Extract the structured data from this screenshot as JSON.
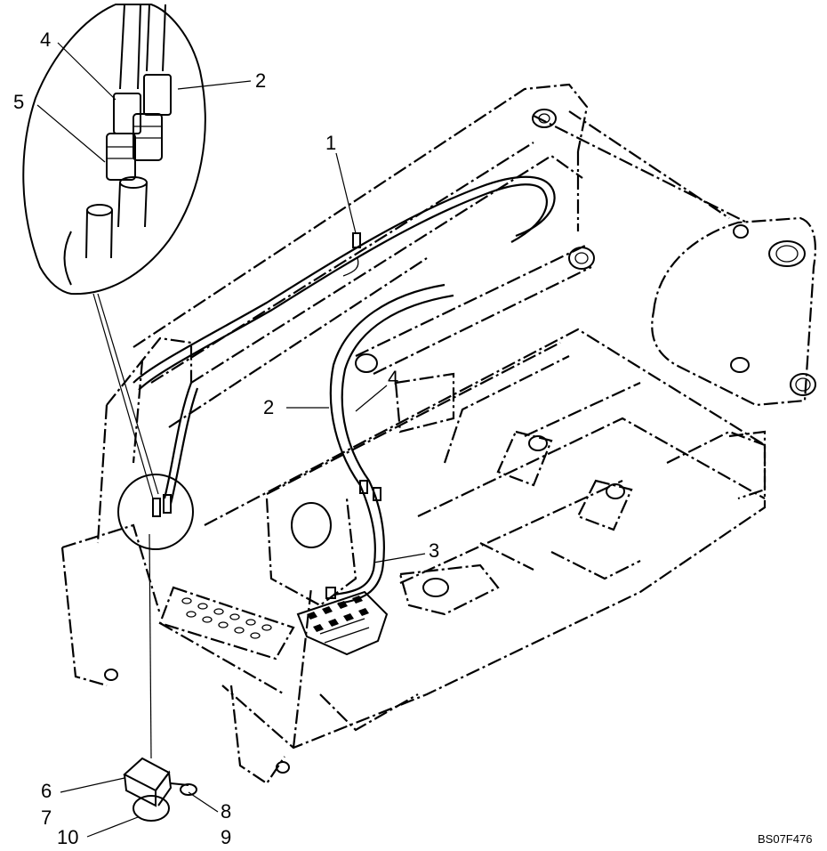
{
  "diagram": {
    "drawing_code": "BS07F476",
    "callouts": {
      "c1": "1",
      "c2_top": "2",
      "c2_mid": "2",
      "c3": "3",
      "c4_top": "4",
      "c4_mid": "4",
      "c5": "5",
      "c6": "6",
      "c7": "7",
      "c8": "8",
      "c9": "9",
      "c10": "10"
    }
  }
}
